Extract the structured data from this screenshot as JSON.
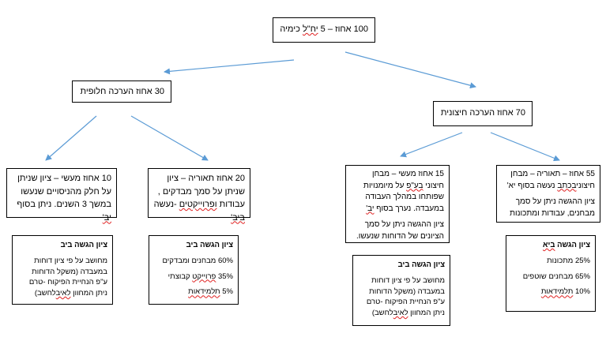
{
  "root": {
    "pre": "100 אחוז – 5 ",
    "ul": "יח\"ל",
    "post": " כימיה"
  },
  "left_branch": {
    "title": "30 אחוז הערכה  חלופית"
  },
  "right_branch": {
    "title": "70 אחוז הערכה חיצונית"
  },
  "practical_school": {
    "line1": "10 אחוז מעשי – ציון שניתן",
    "line2": "על חלק מהניסויים שנעשו",
    "line3": "במשך 3 השנים. ניתן בסוף",
    "line4": "יב'"
  },
  "theory_school": {
    "line1": "20 אחוז תאוריה – ציון",
    "line2": "שניתן על סמך מבדקים ,",
    "line3a": "עבודות ",
    "line3b": "ופרוייקטים",
    "line3c": " -נעשה",
    "line4": "ביב'"
  },
  "practical_external": {
    "line1": "15 אחוז מעשי – מבחן",
    "line2a": "חיצוני ",
    "line2b": "בע\"פ",
    "line2c": " על  מיומנויות",
    "line3": "שפותחו במהלך העבודה",
    "line4a": "במעבדה. נערך בסוף ",
    "line4b": "יב'",
    "line5": "ציון ההגשה ניתן על סמך",
    "line6": "הציונים של הדוחות שנעשו."
  },
  "theory_external": {
    "line1": "55 אחוז – תאוריה – מבחן",
    "line2a": "חיצוני",
    "line2b": "בכתב",
    "line2c": " נעשה בסוף יא'",
    "line3": "ציון ההגשה ניתן על סמך",
    "line4": "מבחנים, עבודות ומתכונות"
  },
  "grade_box_1": {
    "title": "ציון הגשה ביב",
    "line1": "מחושב על פי ציון דוחות",
    "line2": "במעבדה  (משקל הדוחות",
    "line3": "ע\"פ הנחיית הפיקוח -טרם",
    "line4a": "ניתן המחוון ",
    "line4b": "לאיב",
    "line4c": "לחשב)"
  },
  "grade_box_2": {
    "title": "ציון הגשה ביב",
    "line1": "60% מבחנים ומבדקים",
    "line2a": "35% ",
    "line2b": "פרוייקט",
    "line2c": " קבוצתי",
    "line3a": "5% ",
    "line3b": "תלמידאות"
  },
  "grade_box_3": {
    "title": "ציון הגשה ביב",
    "line1": "מחושב על פי ציון דוחות",
    "line2": "במעבדה  (משקל הדוחות",
    "line3": "ע\"פ הנחיית הפיקוח -טרם",
    "line4a": "ניתן המחוון ",
    "line4b": "לאיב",
    "line4c": "לחשב)"
  },
  "grade_box_4": {
    "title_pre": "ציון הגשה ",
    "title_ul": "ביא",
    "line1": "25% מתכונות",
    "line2": "65% מבחנים שוטפים",
    "line3a": "10% ",
    "line3b": "תלמידאות"
  },
  "colors": {
    "arrow": "#5b9bd5",
    "border": "#000000",
    "spellcheck": "#e02020"
  }
}
